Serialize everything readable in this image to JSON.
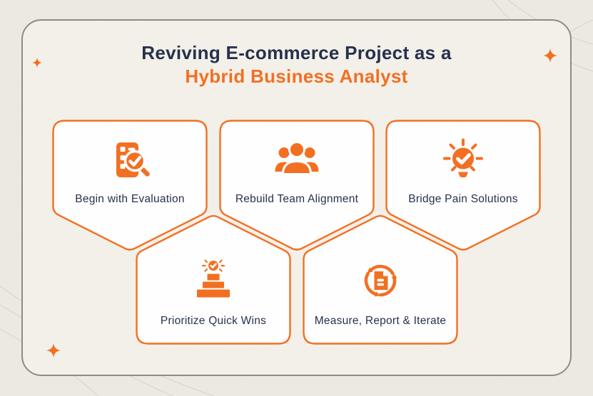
{
  "title": {
    "line1": "Reviving E-commerce Project as a",
    "line2": "Hybrid Business Analyst"
  },
  "cards": [
    {
      "label": "Begin with Evaluation",
      "icon": "checklist-magnifier-icon",
      "row": "top"
    },
    {
      "label": "Rebuild Team Alignment",
      "icon": "team-group-icon",
      "row": "top"
    },
    {
      "label": "Bridge Pain Solutions",
      "icon": "lightbulb-check-icon",
      "row": "top"
    },
    {
      "label": "Prioritize Quick Wins",
      "icon": "podium-check-icon",
      "row": "bottom"
    },
    {
      "label": "Measure, Report & Iterate",
      "icon": "document-cycle-icon",
      "row": "bottom"
    }
  ],
  "colors": {
    "accent_orange": "#f36f21",
    "heading_navy": "#25304e",
    "label_navy": "#26304d",
    "panel_border_gray": "#8f8b85",
    "background_cream": "#edeae3",
    "panel_cream": "#f4f1ea",
    "card_white": "#ffffff",
    "decorative_curve_gray": "#dcd7cf"
  },
  "decorations": {
    "sparkles": "three orange four-point stars: top-left, top-right, bottom-left",
    "curves": "faint gray arcs at top-right and bottom-left corners"
  }
}
